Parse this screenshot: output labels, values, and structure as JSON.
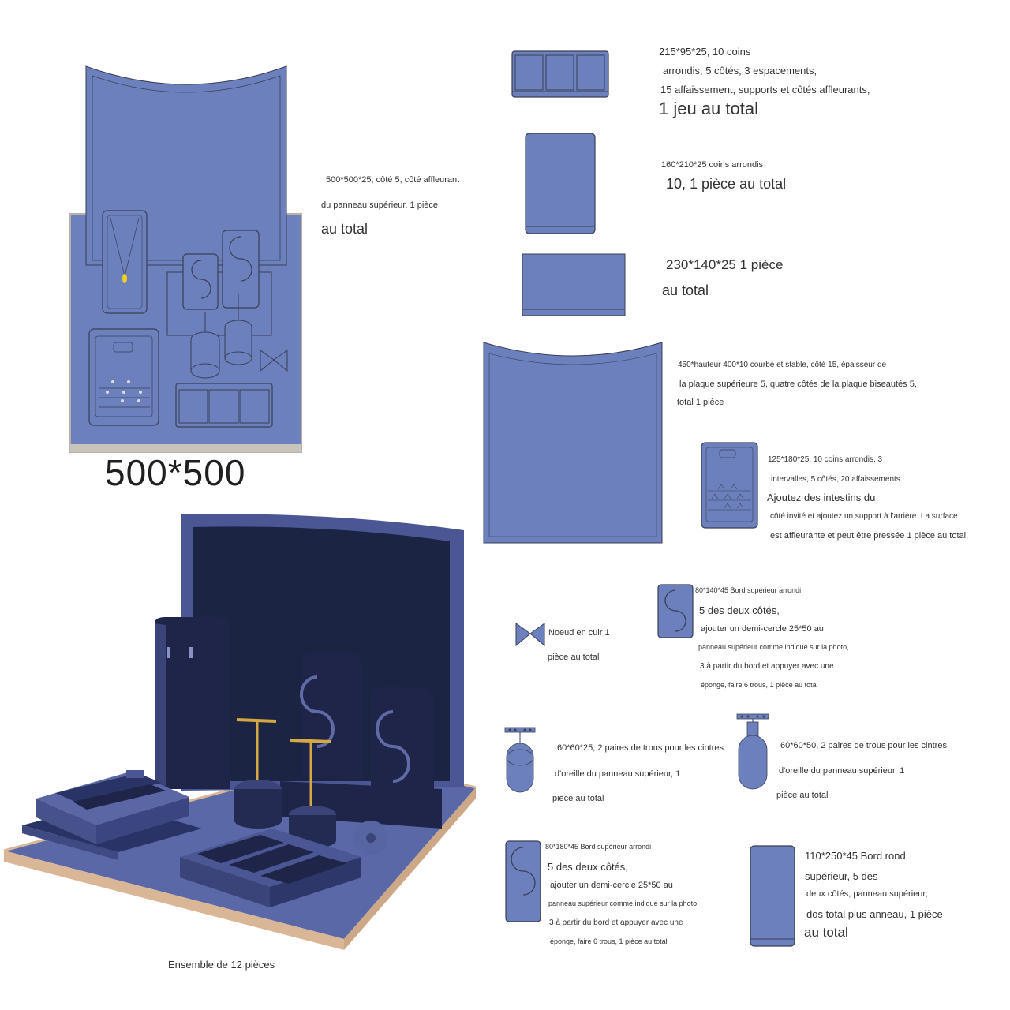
{
  "colors": {
    "tray": "#6B80BC",
    "stroke": "#3a3f55",
    "base": "#c8c3bb",
    "velvet_dark": "#1c2444",
    "velvet": "#4e5a92"
  },
  "main_board": {
    "size_label": "500*500"
  },
  "labels": {
    "main_a": "500*500*25, côté 5, côté affleurant",
    "main_b": "du panneau supérieur, 1 pièce",
    "main_c": "au total",
    "tray3_a": "215*95*25, 10 coins",
    "tray3_b": "arrondis, 5 côtés, 3 espacements,",
    "tray3_c": "15 affaissement, supports et côtés affleurants,",
    "tray3_d": "1 jeu au total",
    "rect160_a": "160*210*25 coins arrondis",
    "rect160_b": "10, 1 pièce au total",
    "rect230_a": "230*140*25 1 pièce",
    "rect230_b": "au total",
    "curved_a": "450*hauteur 400*10 courbé et stable, côté 15, épaisseur de",
    "curved_b": "la plaque supérieure 5, quatre côtés de la plaque biseautés 5,",
    "curved_c": "total 1 pièce",
    "ring_a": "125*180*25, 10 coins arrondis, 3",
    "ring_b": "intervalles, 5 côtés, 20 affaissements.",
    "ring_c": "Ajoutez des intestins du",
    "ring_d": "côté invité et ajoutez un support à l'arrière. La surface",
    "ring_e": "est affleurante et peut être pressée 1 pièce au total.",
    "bow_a": "Noeud en cuir 1",
    "bow_b": "pièce au total",
    "e80140_a": "80*140*45 Bord supérieur arrondi",
    "e80140_b": "5 des deux côtés,",
    "e80140_c": "ajouter un demi-cercle 25*50 au",
    "e80140_d": "panneau supérieur comme indiqué sur la photo,",
    "e80140_e": "3 à partir du bord et appuyer avec une",
    "e80140_f": "éponge, faire 6 trous, 1 pièce au total",
    "t25_a": "60*60*25, 2 paires de trous pour les cintres",
    "t25_b": "d'oreille du panneau supérieur, 1",
    "t25_c": "pièce au total",
    "t50_a": "60*60*50, 2 paires de trous pour les cintres",
    "t50_b": "d'oreille du panneau supérieur, 1",
    "t50_c": "pièce au total",
    "e80180_a": "80*180*45 Bord supérieur arrondi",
    "e80180_b": "5 des deux côtés,",
    "e80180_c": "ajouter un demi-cercle 25*50 au",
    "e80180_d": "panneau supérieur comme indiqué sur la photo,",
    "e80180_e": "3 à partir du bord et appuyer avec une",
    "e80180_f": "éponge, faire 6 trous, 1 pièce au total",
    "n110_a": "110*250*45 Bord rond",
    "n110_b": "supérieur, 5 des",
    "n110_c": "deux côtés, panneau supérieur,",
    "n110_d": "dos total plus anneau, 1 pièce",
    "n110_e": "au total"
  },
  "caption": "Ensemble de 12 pièces"
}
